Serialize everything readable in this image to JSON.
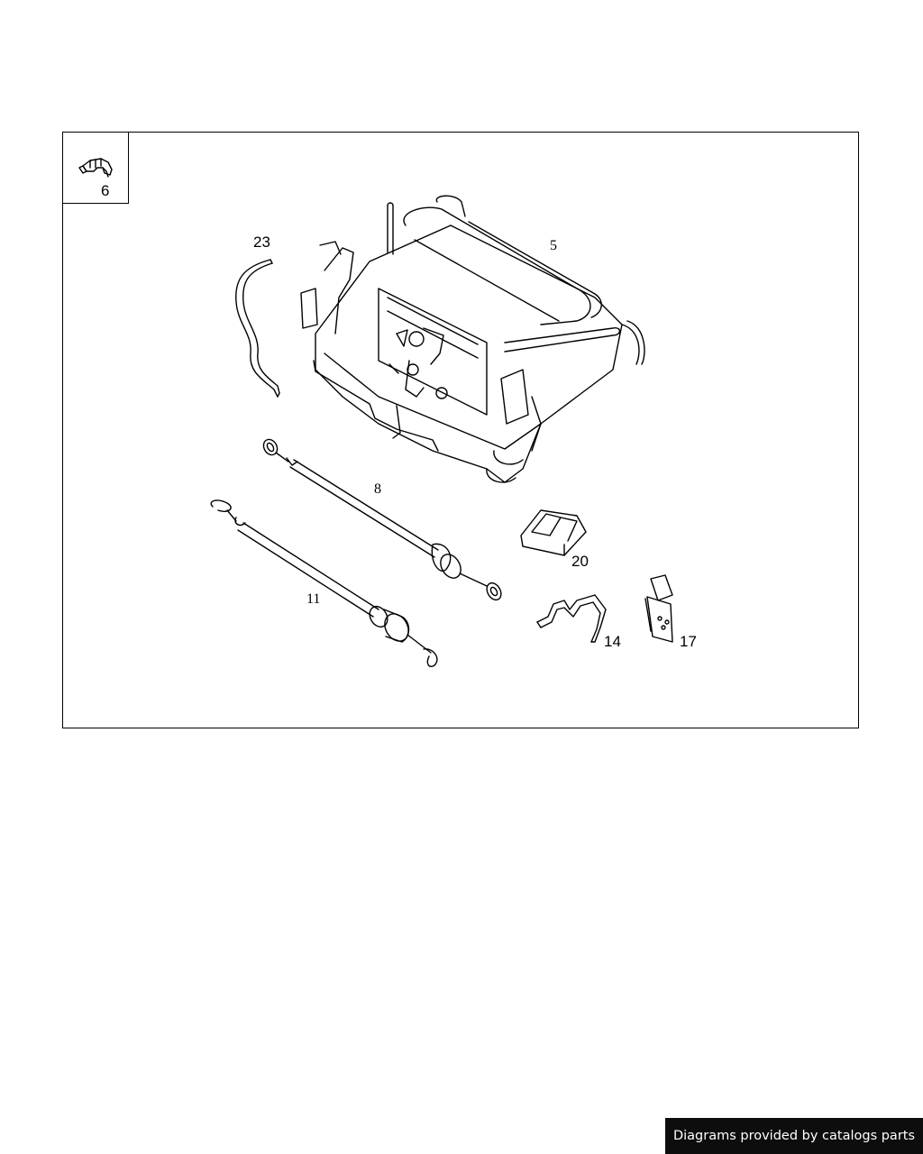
{
  "callouts": {
    "inset_6": "6",
    "part_23": "23",
    "part_5": "5",
    "part_8": "8",
    "part_20": "20",
    "part_11": "11",
    "part_14": "14",
    "part_17": "17"
  },
  "icons": {
    "inset_part": "connector-clip-icon",
    "heater_box": "heater-box-assembly-icon",
    "hose": "hose-icon",
    "cable_8": "bowden-cable-icon",
    "cable_11": "bowden-cable-icon",
    "holder_20": "cable-holder-icon",
    "clip_14": "spring-clip-icon",
    "clip_17": "retaining-clip-icon"
  },
  "footer": {
    "credit": "Diagrams provided by catalogs parts"
  }
}
